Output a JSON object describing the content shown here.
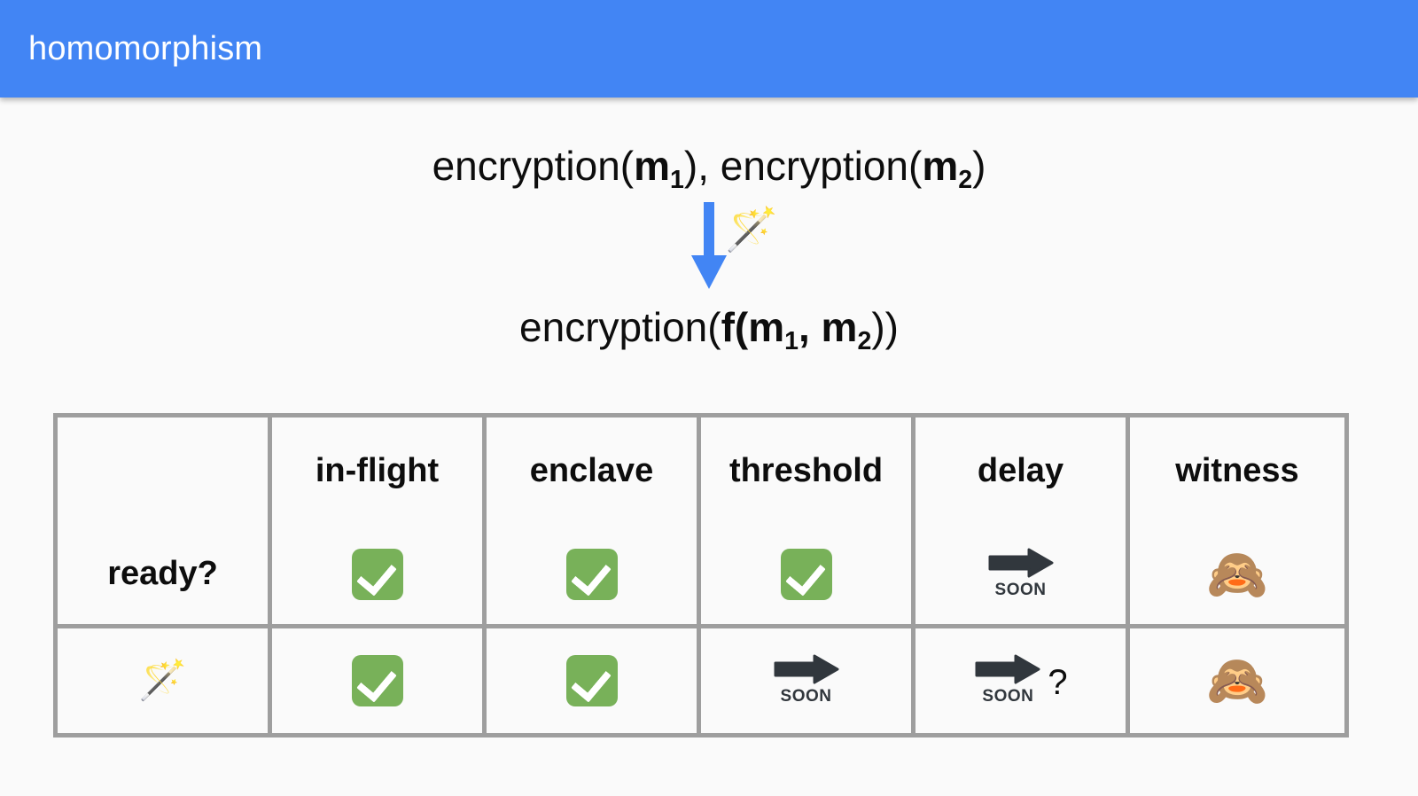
{
  "appbar": {
    "title": "homomorphism",
    "background": "#4285f4",
    "title_color": "#ffffff"
  },
  "slide": {
    "background": "#fafafa",
    "formula_top": {
      "text": "encryption(m1), encryption(m2)",
      "parts": [
        {
          "t": "encryption(",
          "style": "normal"
        },
        {
          "t": "m",
          "style": "bold"
        },
        {
          "t": "1",
          "style": "subscript"
        },
        {
          "t": "), encryption(",
          "style": "normal"
        },
        {
          "t": "m",
          "style": "bold"
        },
        {
          "t": "2",
          "style": "subscript"
        },
        {
          "t": ")",
          "style": "normal"
        }
      ]
    },
    "formula_bottom": {
      "text": "encryption(f(m1, m2))",
      "parts": [
        {
          "t": "encryption(",
          "style": "normal"
        },
        {
          "t": "f(",
          "style": "bold"
        },
        {
          "t": "m",
          "style": "bold"
        },
        {
          "t": "1",
          "style": "subscript"
        },
        {
          "t": ", ",
          "style": "bold"
        },
        {
          "t": "m",
          "style": "bold"
        },
        {
          "t": "2",
          "style": "subscript"
        },
        {
          "t": "))",
          "style": "normal"
        }
      ]
    },
    "transform_arrow": {
      "icon": "down-arrow-icon",
      "color": "#4285f4"
    },
    "transform_wand": {
      "icon": "magic-wand-icon",
      "glyph": "🪄"
    }
  },
  "matrix": {
    "border_color": "#9e9e9e",
    "header_fill": "#d8d8d8",
    "cell_fill": "#fafafa",
    "check_color": "#78b159",
    "columns": [
      {
        "label": "",
        "name": "corner-blank"
      },
      {
        "label": "in-flight",
        "name": "in-flight"
      },
      {
        "label": "enclave",
        "name": "enclave"
      },
      {
        "label": "threshold",
        "name": "threshold"
      },
      {
        "label": "delay",
        "name": "delay"
      },
      {
        "label": "witness",
        "name": "witness"
      }
    ],
    "rows": [
      {
        "header_label": "ready?",
        "header_kind": "text",
        "header_icon": "",
        "cells": [
          {
            "kind": "check",
            "icon": "check-mark-button-icon",
            "label": ""
          },
          {
            "kind": "check",
            "icon": "check-mark-button-icon",
            "label": ""
          },
          {
            "kind": "check",
            "icon": "check-mark-button-icon",
            "label": ""
          },
          {
            "kind": "soon",
            "icon": "soon-arrow-icon",
            "label": "SOON"
          },
          {
            "kind": "monkey",
            "icon": "see-no-evil-monkey-icon",
            "glyph": "🙈",
            "label": ""
          }
        ]
      },
      {
        "header_label": "",
        "header_kind": "wand",
        "header_icon": "magic-wand-icon",
        "header_glyph": "🪄",
        "cells": [
          {
            "kind": "check",
            "icon": "check-mark-button-icon",
            "label": ""
          },
          {
            "kind": "check",
            "icon": "check-mark-button-icon",
            "label": ""
          },
          {
            "kind": "soon",
            "icon": "soon-arrow-icon",
            "label": "SOON"
          },
          {
            "kind": "soon-question",
            "icon": "soon-arrow-icon",
            "label": "SOON",
            "suffix": "?"
          },
          {
            "kind": "monkey",
            "icon": "see-no-evil-monkey-icon",
            "glyph": "🙈",
            "label": ""
          }
        ]
      }
    ]
  }
}
